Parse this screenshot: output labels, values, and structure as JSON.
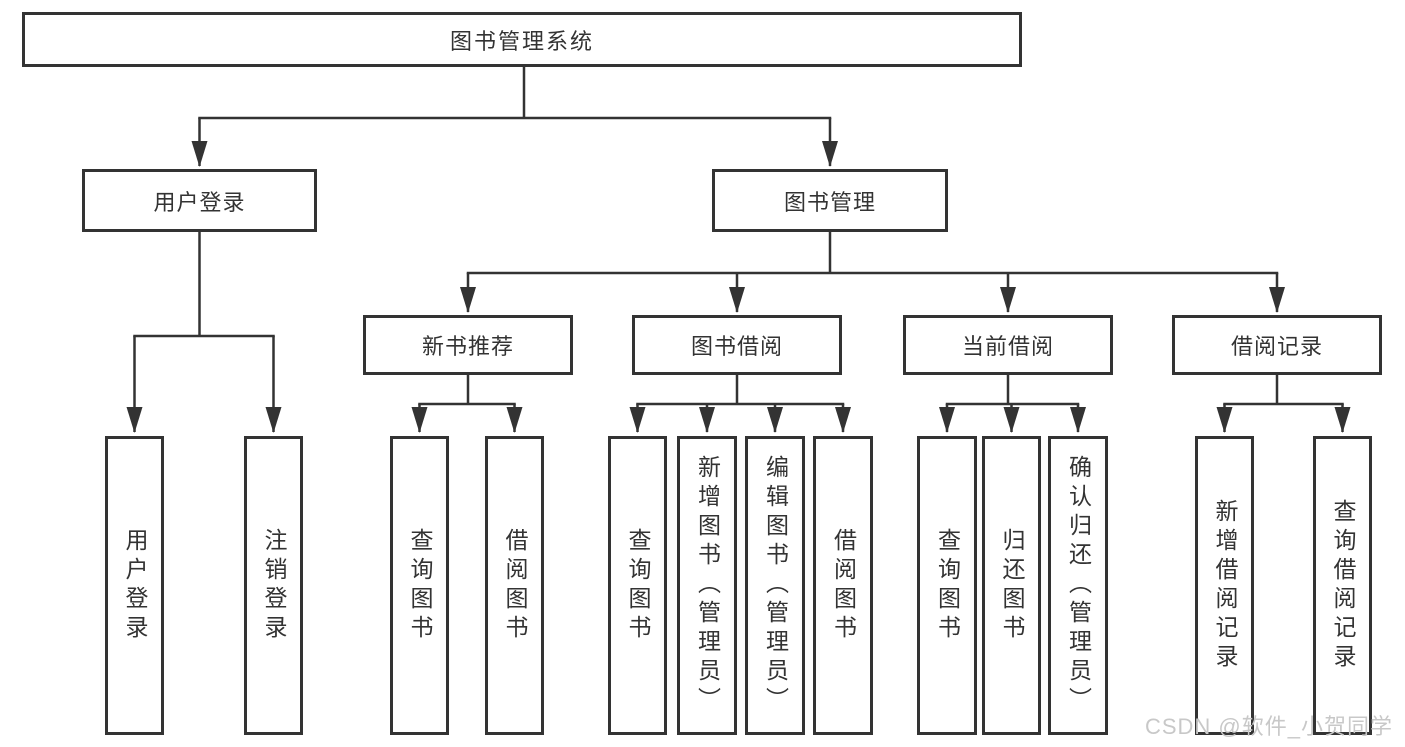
{
  "nodes": {
    "root": "图书管理系统",
    "level2": [
      "用户登录",
      "图书管理"
    ],
    "level3": [
      "新书推荐",
      "图书借阅",
      "当前借阅",
      "借阅记录"
    ],
    "leaves": [
      "用户登录",
      "注销登录",
      "查询图书",
      "借阅图书",
      "查询图书",
      "新增图书（管理员）",
      "编辑图书（管理员）",
      "借阅图书",
      "查询图书",
      "归还图书",
      "确认归还（管理员）",
      "新增借阅记录",
      "查询借阅记录"
    ]
  },
  "hierarchy": {
    "图书管理系统": {
      "用户登录": [
        "用户登录",
        "注销登录"
      ],
      "图书管理": {
        "新书推荐": [
          "查询图书",
          "借阅图书"
        ],
        "图书借阅": [
          "查询图书",
          "新增图书（管理员）",
          "编辑图书（管理员）",
          "借阅图书"
        ],
        "当前借阅": [
          "查询图书",
          "归还图书",
          "确认归还（管理员）"
        ],
        "借阅记录": [
          "新增借阅记录",
          "查询借阅记录"
        ]
      }
    }
  },
  "watermark": "CSDN @软件_小贺同学",
  "colors": {
    "line": "#333333",
    "box_border": "#333333",
    "box_bg": "#ffffff",
    "text": "#333333",
    "watermark": "#c8c8c8",
    "background": "#ffffff"
  }
}
